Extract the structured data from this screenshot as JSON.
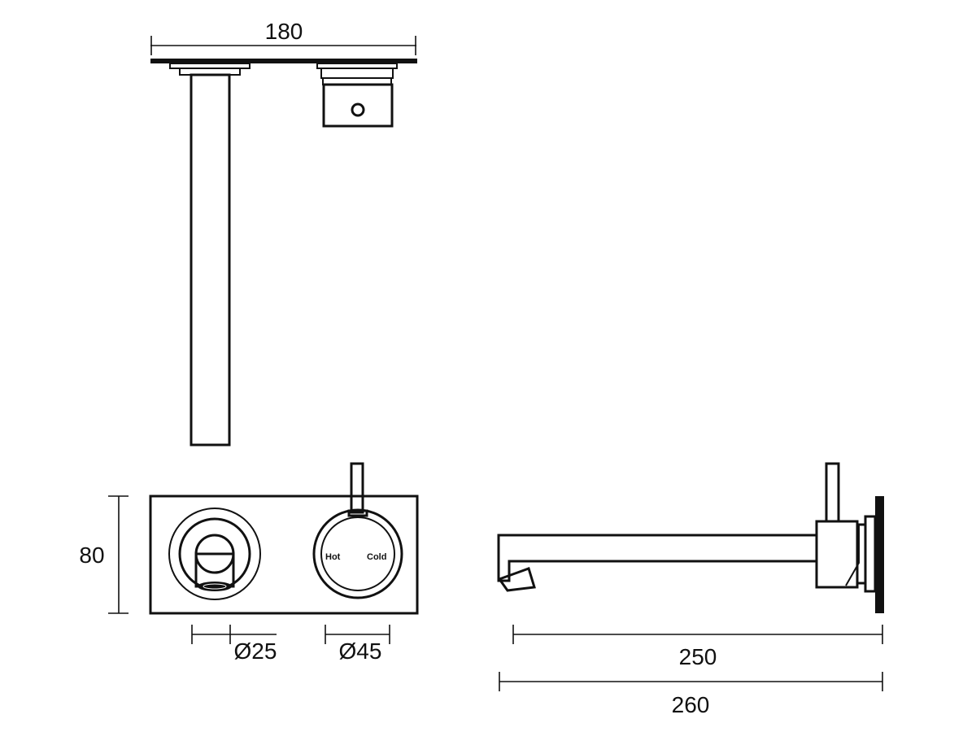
{
  "dimensions": {
    "width_top": "180",
    "height_plate": "80",
    "spout_diameter": "Ø25",
    "handle_diameter": "Ø45",
    "spout_projection": "250",
    "overall_length": "260"
  },
  "handle_labels": {
    "hot": "Hot",
    "cold": "Cold"
  },
  "colors": {
    "line": "#111111",
    "background": "#ffffff"
  }
}
